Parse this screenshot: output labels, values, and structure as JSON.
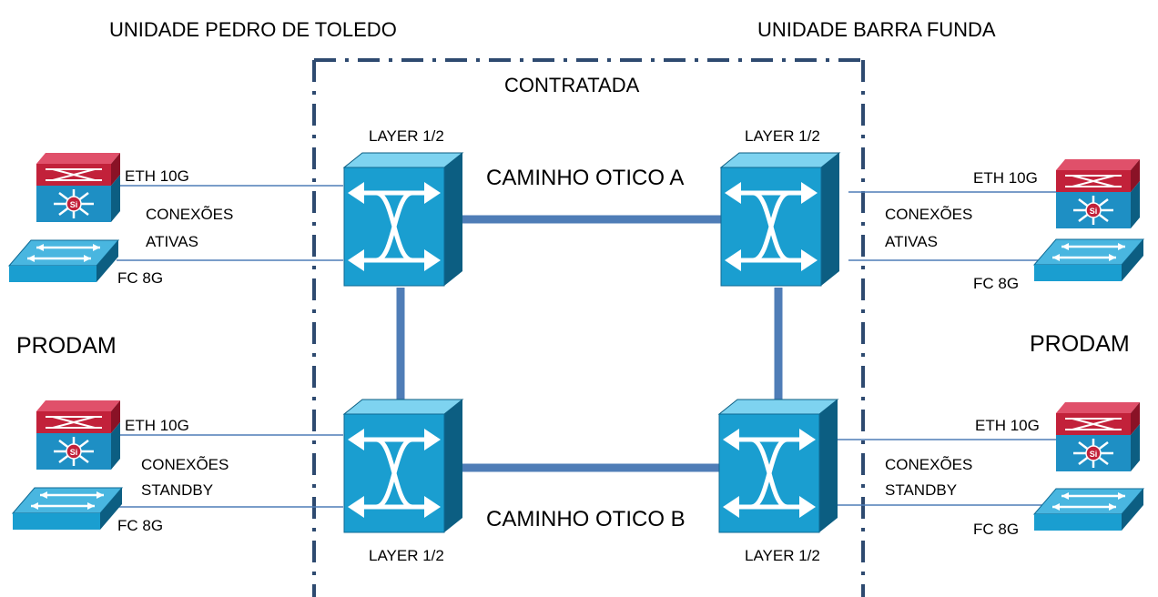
{
  "titles": {
    "left_site": "UNIDADE PEDRO DE TOLEDO",
    "right_site": "UNIDADE BARRA FUNDA",
    "contracted": "CONTRATADA"
  },
  "sites": {
    "left": "PRODAM",
    "right": "PRODAM"
  },
  "paths": {
    "a": "CAMINHO OTICO A",
    "b": "CAMINHO OTICO B"
  },
  "layer_labels": {
    "top_left": "LAYER 1/2",
    "top_right": "LAYER 1/2",
    "bottom_left": "LAYER 1/2",
    "bottom_right": "LAYER 1/2"
  },
  "links": {
    "eth": "ETH 10G",
    "fc": "FC 8G"
  },
  "connections": {
    "active_line1": "CONEXÕES",
    "active_line2": "ATIVAS",
    "standby_line1": "CONEXÕES",
    "standby_line2": "STANDBY"
  },
  "colors": {
    "cube_face": "#1A9ED0",
    "cube_top": "#7ED3F0",
    "cube_side": "#0C5E82",
    "link_thick": "#4F7DB7",
    "link_thin": "#4F7DB7",
    "boundary": "#2E4A70",
    "router_red": "#C2213A",
    "router_blue": "#1E8FC4"
  },
  "icons": [
    "optical-switch-icon",
    "layer3-switch-icon",
    "fibre-channel-switch-icon"
  ]
}
